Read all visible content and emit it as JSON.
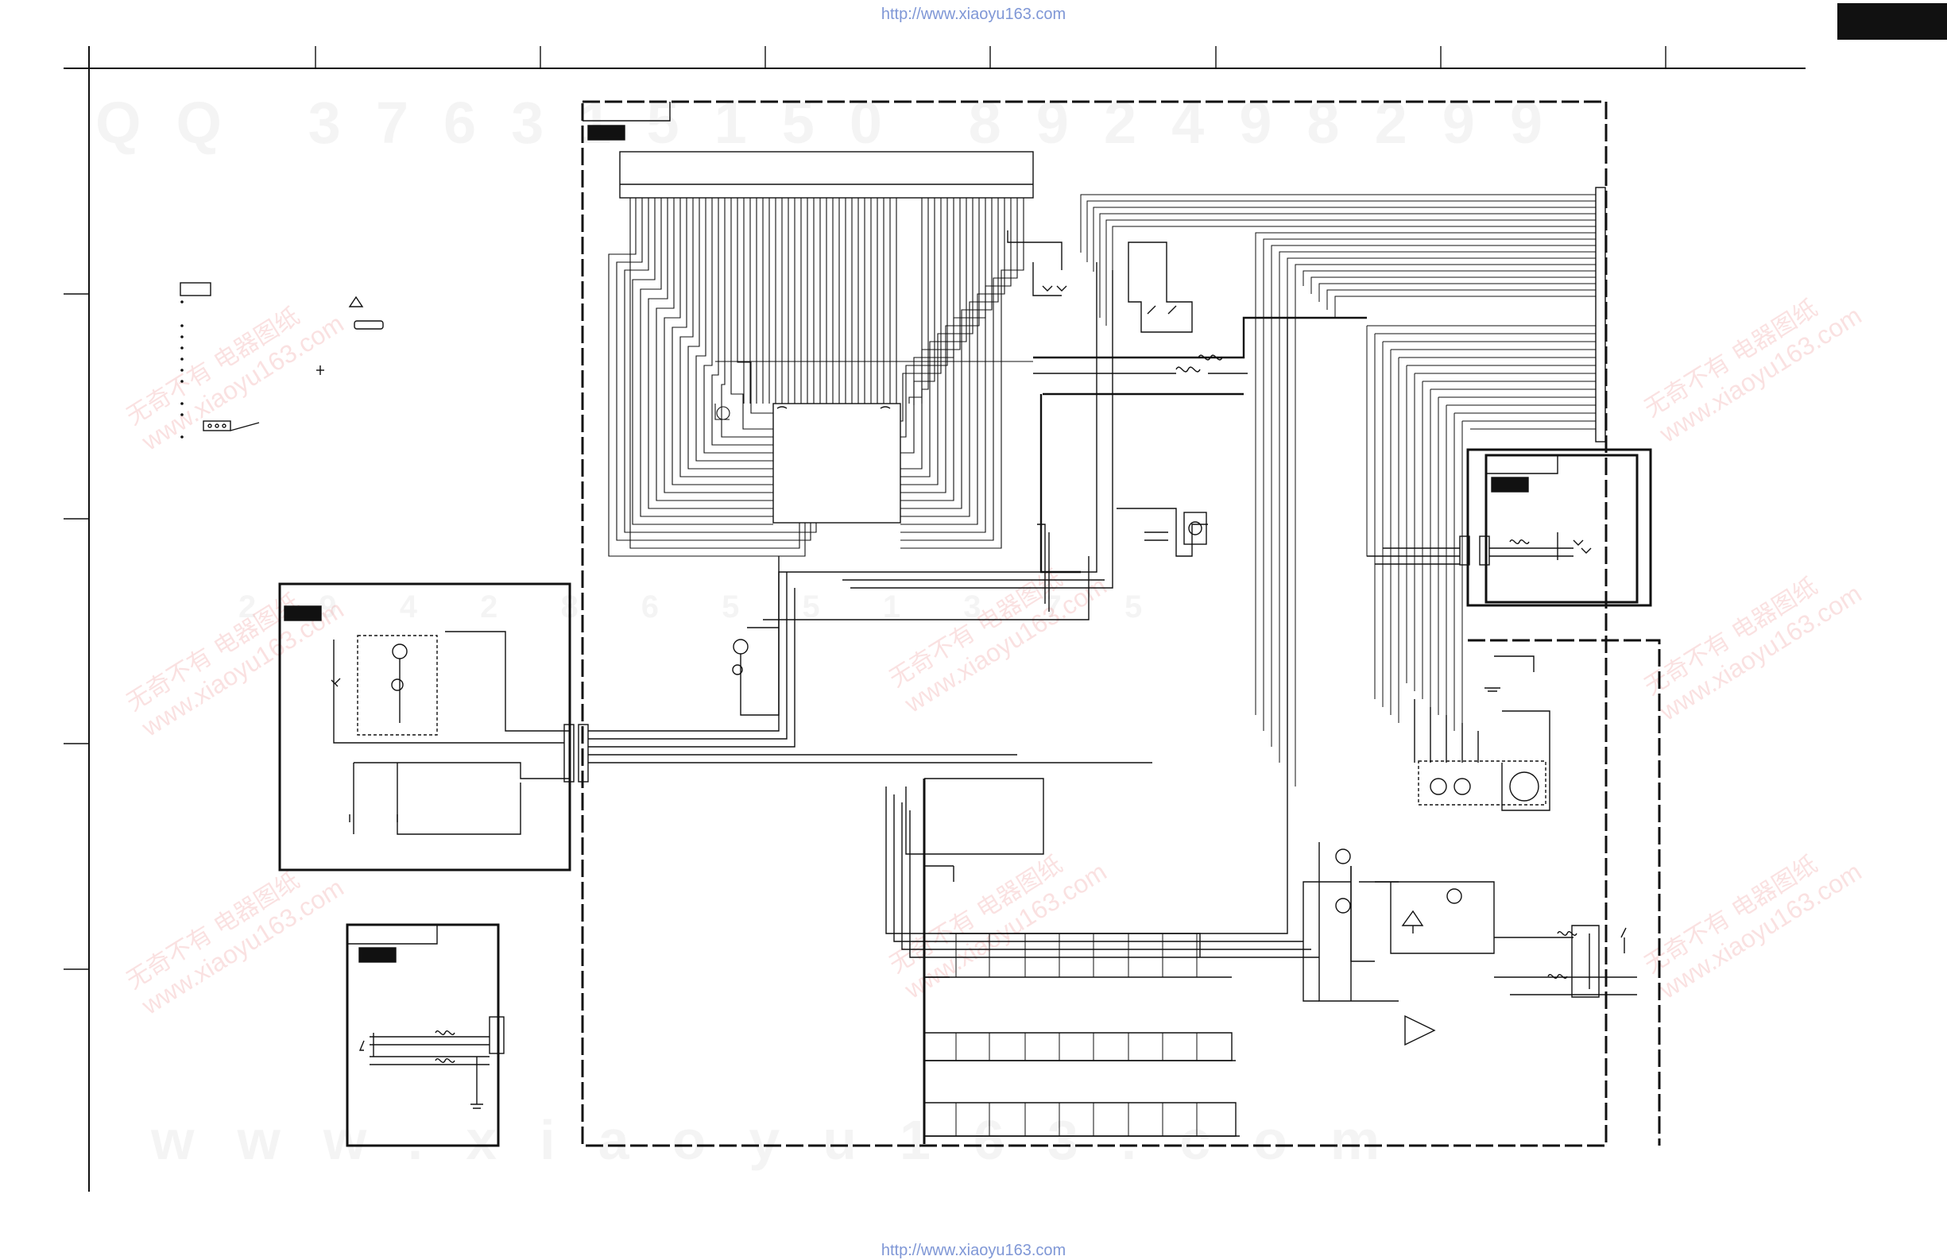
{
  "header": {
    "url_top": "http://www.xiaoyu163.com"
  },
  "footer": {
    "url_bottom": "http://www.xiaoyu163.com"
  },
  "watermarks": {
    "digits_top": "QQ 376315150   892498299",
    "digits_mid": "2 9 4 2 8 6 5 5 1 3 7 5",
    "bottom": "www.xiaoyu163.com",
    "cn_text": "无奇不有 电器图纸",
    "cn_url": "www.xiaoyu163.com"
  },
  "colors": {
    "line": "#111111",
    "url": "#7f97d6",
    "tab": "#111111"
  }
}
